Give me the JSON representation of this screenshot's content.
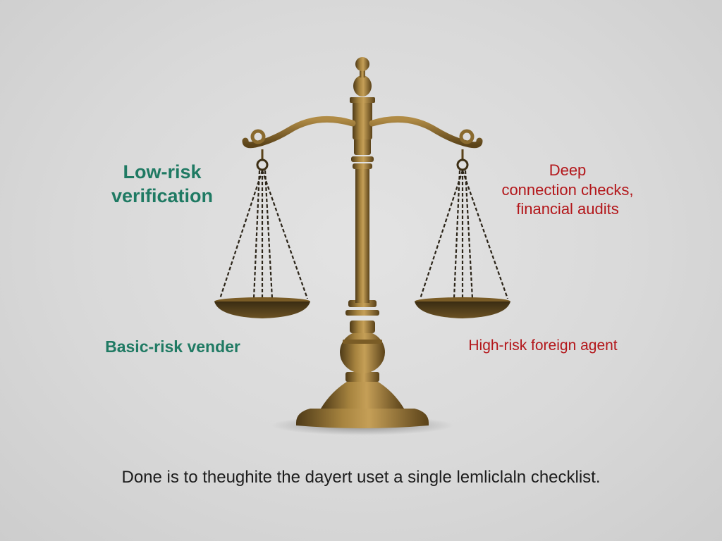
{
  "labels": {
    "left_top": [
      "Low-risk",
      "verification"
    ],
    "left_bottom": "Basic-risk vender",
    "right_top": [
      "Deep",
      "connection checks,",
      "financial audits"
    ],
    "right_bottom": "High-risk foreign agent"
  },
  "caption": "Done is to theughite the dayert uset a single lemliclaln checklist.",
  "colors": {
    "background": "#d9d9d9",
    "green_text": "#1f7a63",
    "red_text": "#b3161a",
    "brass": "#8a6a2e",
    "caption_text": "#1c1c1c"
  }
}
